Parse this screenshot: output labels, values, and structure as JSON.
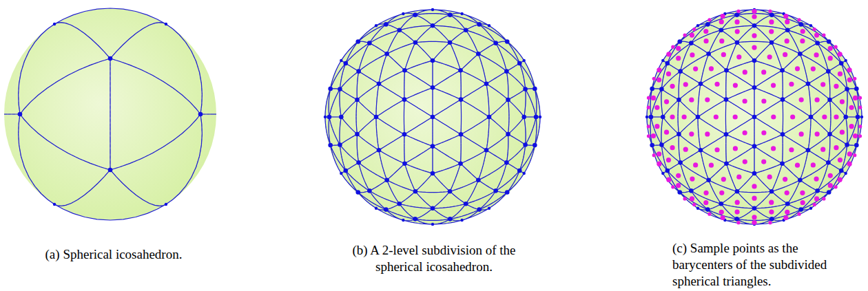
{
  "diagram": {
    "labels": [
      "(a) Spherical icosahedron.",
      "(b) A 2-level subdivision of the spherical icosahedron.",
      "(c) Sample points as the barycenters of the subdivided spherical triangles."
    ]
  }
}
